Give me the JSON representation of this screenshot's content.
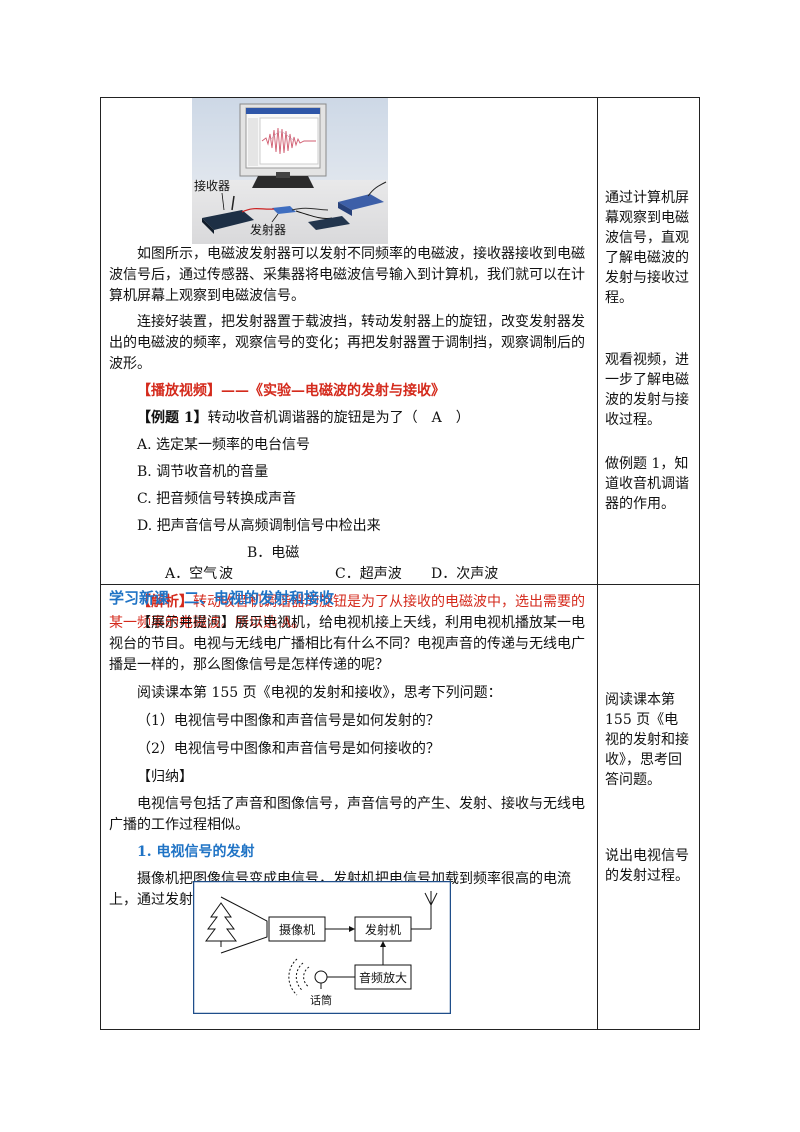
{
  "photo": {
    "receiver_label": "接收器",
    "transmitter_label": "发射器"
  },
  "section1": {
    "para1": "如图所示，电磁波发射器可以发射不同频率的电磁波，接收器接收到电磁波信号后，通过传感器、采集器将电磁波信号输入到计算机，我们就可以在计算机屏幕上观察到电磁波信号。",
    "para2": "连接好装置，把发射器置于载波挡，转动发射器上的旋钮，改变发射器发出的电磁波的频率，观察信号的变化；再把发射器置于调制挡，观察调制后的波形。",
    "video": "【播放视频】——《实验—电磁波的发射与接收》",
    "example_label": "【例题 1】",
    "example_text": "转动收音机调谐器的旋钮是为了（　A　）",
    "option_a": "A. 选定某一频率的电台信号",
    "option_b": "B. 调节收音机的音量",
    "option_c": "C. 把音频信号转换成声音",
    "option_d": "D. 把声音信号从高频调制信号中检出来",
    "choices": [
      "A．空气",
      "B．电磁波",
      "C．超声波",
      "D．次声波"
    ],
    "analysis_label": "【解析】",
    "analysis_text": "转动收音机调谐器的旋钮是为了从接收的电磁波中，选出需要的某一频率的电磁波。所以选 A。"
  },
  "section2": {
    "title": "学习新课　二、电视的发射和接收",
    "intro_label": "【展示并提问】",
    "intro_text": "展示电视机，给电视机接上天线，利用电视机播放某一电视台的节目。电视与无线电广播相比有什么不同？电视声音的传递与无线电广播是一样的，那么图像信号是怎样传递的呢？",
    "read": "阅读课本第 155 页《电视的发射和接收》，思考下列问题：",
    "q1": "（1）电视信号中图像和声音信号是如何发射的？",
    "q2": "（2）电视信号中图像和声音信号是如何接收的？",
    "summary_label": "【归纳】",
    "summary_text": "电视信号包括了声音和图像信号，声音信号的产生、发射、接收与无线电广播的工作过程相似。",
    "sub_heading": "1. 电视信号的发射",
    "sub_text": "摄像机把图像信号变成电信号，发射机把电信号加载到频率很高的电流上，通过发射天线发射到空中。"
  },
  "diagram": {
    "camera": "摄像机",
    "transmitter": "发射机",
    "audio_amp": "音频放大",
    "microphone": "话筒"
  },
  "side": {
    "note1": "通过计算机屏幕观察到电磁波信号，直观了解电磁波的发射与接收过程。",
    "note2": "观看视频，进一步了解电磁波的发射与接收过程。",
    "note3": "做例题 1，知道收音机调谐器的作用。",
    "note4": "阅读课本第 155 页《电视的发射和接收》，思考回答问题。",
    "note5": "说出电视信号的发射过程。"
  }
}
